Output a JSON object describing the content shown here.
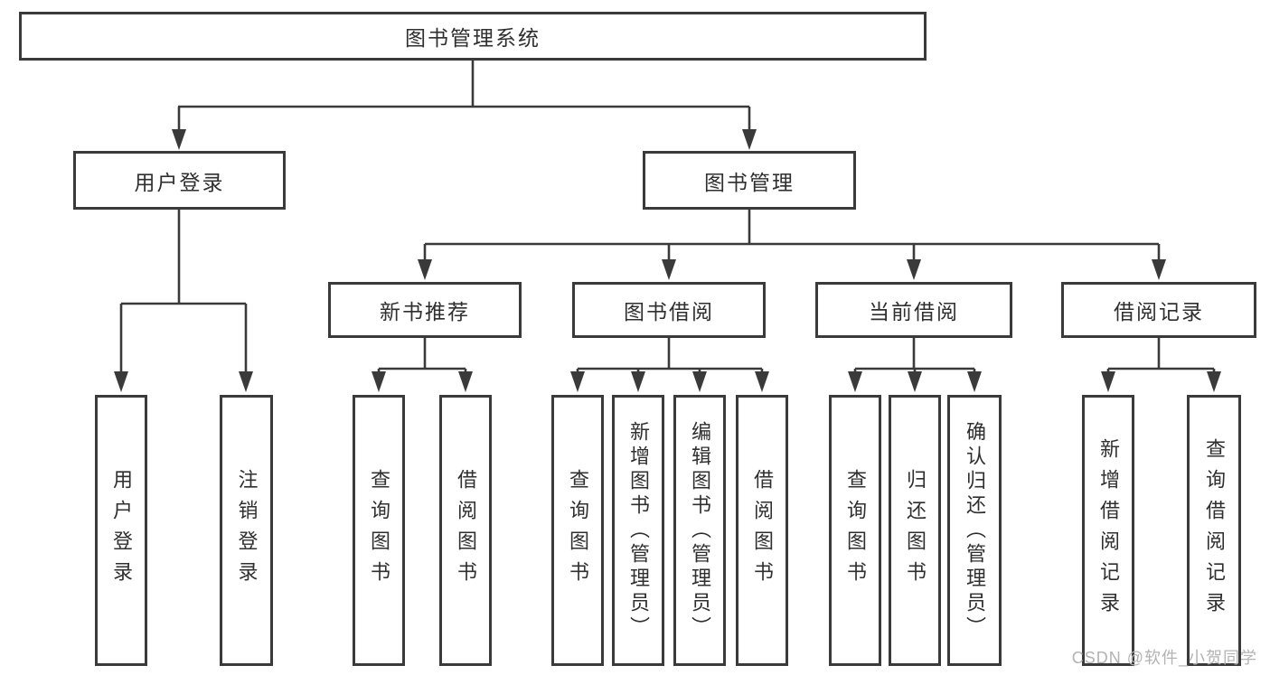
{
  "diagram": {
    "root": "图书管理系统",
    "login": {
      "label": "用户登录",
      "children": [
        "用户登录",
        "注销登录"
      ]
    },
    "management": {
      "label": "图书管理",
      "sections": [
        {
          "label": "新书推荐",
          "children": [
            "查询图书",
            "借阅图书"
          ]
        },
        {
          "label": "图书借阅",
          "children": [
            "查询图书",
            "新增图书（管理员）",
            "编辑图书（管理员）",
            "借阅图书"
          ]
        },
        {
          "label": "当前借阅",
          "children": [
            "查询图书",
            "归还图书",
            "确认归还（管理员）"
          ]
        },
        {
          "label": "借阅记录",
          "children": [
            "新增借阅记录",
            "查询借阅记录"
          ]
        }
      ]
    }
  },
  "watermark": "CSDN @软件_小贺同学",
  "colors": {
    "line": "#3a3a3a",
    "text": "#2f2f2f",
    "watermark": "#b3b3b3",
    "background": "#ffffff"
  }
}
